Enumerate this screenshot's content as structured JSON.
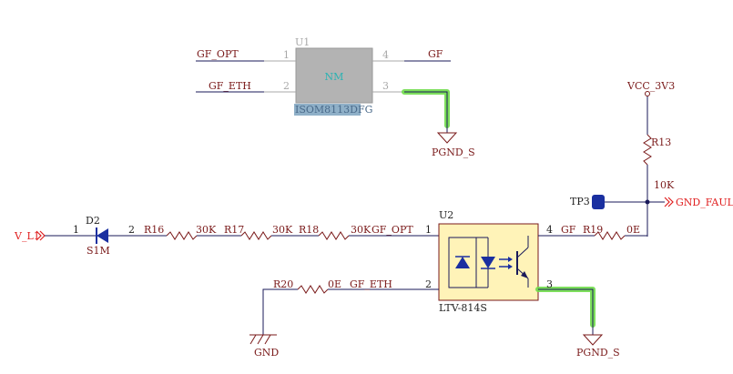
{
  "u1": {
    "ref": "U1",
    "value": "NM",
    "part": "ISOM8113DFG",
    "pin1": "1",
    "pin2": "2",
    "pin3": "3",
    "pin4": "4",
    "net1": "GF_OPT",
    "net2": "GF_ETH",
    "net4": "GF",
    "gnd": "PGND_S"
  },
  "power": {
    "vcc": "VCC_3V3",
    "r13": "R13",
    "r13_val": "10K",
    "tp": "TP3",
    "fault": "GND_FAULT"
  },
  "input": {
    "net": "V_L1",
    "diode_ref": "D2",
    "diode_part": "S1M",
    "pin1": "1",
    "pin2": "2",
    "r16": "R16",
    "r16_val": "30K",
    "r17": "R17",
    "r17_val": "30K",
    "r18": "R18",
    "r18_val": "30K",
    "net_opt": "GF_OPT"
  },
  "u2": {
    "ref": "U2",
    "part": "LTV-814S",
    "pin1": "1",
    "pin2": "2",
    "pin3": "3",
    "pin4": "4",
    "net4": "GF",
    "r19": "R19",
    "r19_val": "0E",
    "gnd": "PGND_S"
  },
  "lower": {
    "r20": "R20",
    "r20_val": "0E",
    "net_eth": "GF_ETH",
    "gnd": "GND"
  },
  "colors": {
    "wire": "#1a1a5a",
    "label": "#7a1a1a",
    "net_port": "#e02020",
    "highlight": "#6fdc4a",
    "optocoupler_fill": "#fff3b8",
    "u1_fill": "#b3b3b3"
  }
}
